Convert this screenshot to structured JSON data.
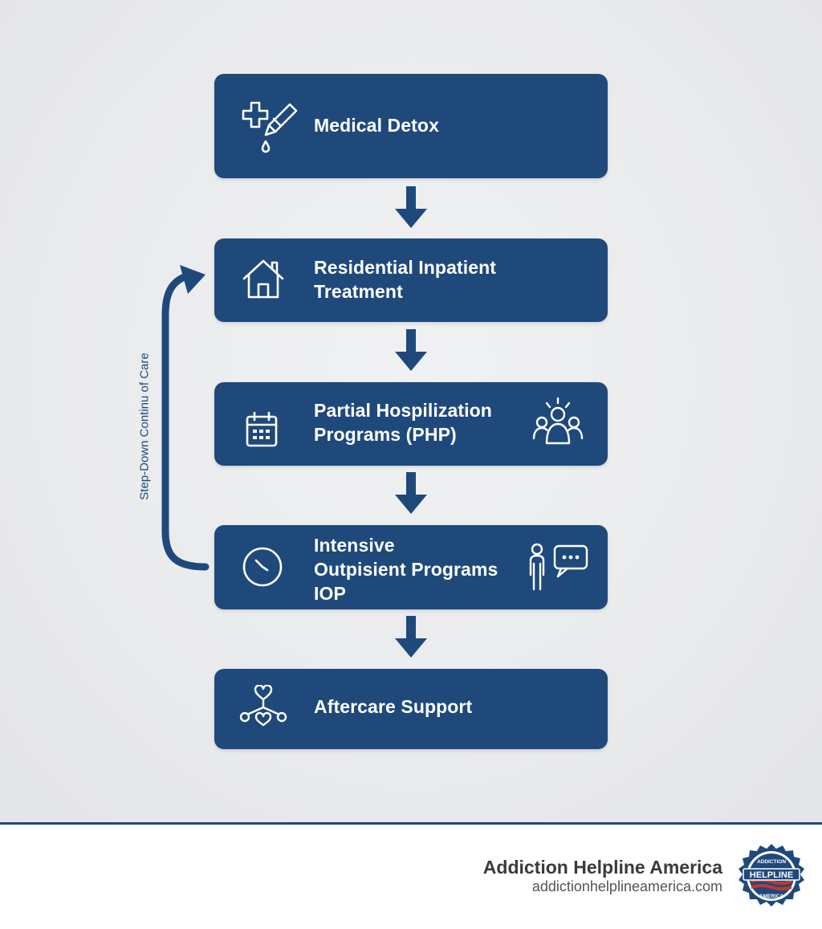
{
  "steps": [
    {
      "label_lines": [
        "Medical Detox"
      ],
      "icon": "medical-cross-dropper-icon"
    },
    {
      "label_lines": [
        "Residential Inpatient",
        "Treatment"
      ],
      "icon": "house-icon"
    },
    {
      "label_lines": [
        "Partial Hospilization",
        "Programs (PHP)"
      ],
      "icon": "calendar-icon",
      "icon_right": "group-people-icon"
    },
    {
      "label_lines": [
        "Intensive",
        "Outpisient Programs",
        "IOP"
      ],
      "icon": "clock-icon",
      "icon_right": "person-speech-bubble-icon"
    },
    {
      "label_lines": [
        "Aftercare Support"
      ],
      "icon": "hearts-network-icon"
    }
  ],
  "side_label": "Step-Down Continu of Care",
  "footer": {
    "brand_name": "Addiction Helpline America",
    "brand_url": "addictionhelplineamerica.com",
    "logo_text_top": "ADDICTION",
    "logo_text_mid": "HELPLINE",
    "logo_text_bottom": "AMERICA"
  },
  "colors": {
    "box": "#1f497b",
    "background": "#ebecee",
    "footer_border": "#1f497b",
    "logo_red": "#c0392b"
  }
}
